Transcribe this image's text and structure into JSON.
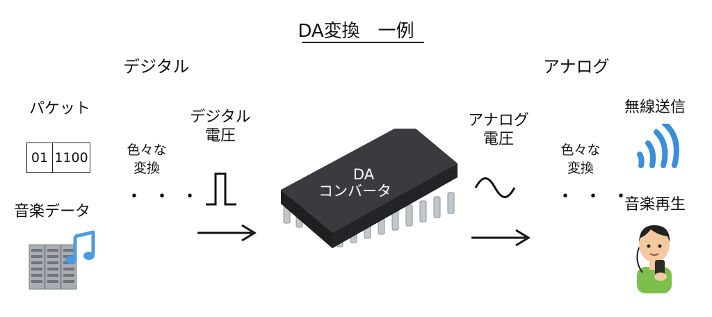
{
  "title": "DA変換　一例",
  "digital_heading": "デジタル",
  "analog_heading": "アナログ",
  "left": {
    "packet_label": "パケット",
    "packet_cells": [
      "01",
      "1100"
    ],
    "music_data_label": "音楽データ",
    "various_conversion": [
      "色々な",
      "変換"
    ],
    "dots": "・・・"
  },
  "digital_voltage": [
    "デジタル",
    "電圧"
  ],
  "converter": [
    "DA",
    "コンバータ"
  ],
  "analog_voltage": [
    "アナログ",
    "電圧"
  ],
  "right": {
    "various_conversion": [
      "色々な",
      "変換"
    ],
    "dots": "・・・",
    "wireless_label": "無線送信",
    "music_playback_label": "音楽再生"
  },
  "colors": {
    "chip_body": "#2e2e2e",
    "chip_pin": "#b9bec4",
    "wireless_icon": "#3a8fd8",
    "server": "#9aa0a6",
    "music_note": "#4a9be0",
    "person_shirt": "#7cbf4a"
  },
  "icons": {
    "server": "server-rack-icon",
    "note": "music-note-icon",
    "wireless": "wireless-signal-icon",
    "person": "person-listening-icon",
    "chip": "ic-chip-icon"
  }
}
